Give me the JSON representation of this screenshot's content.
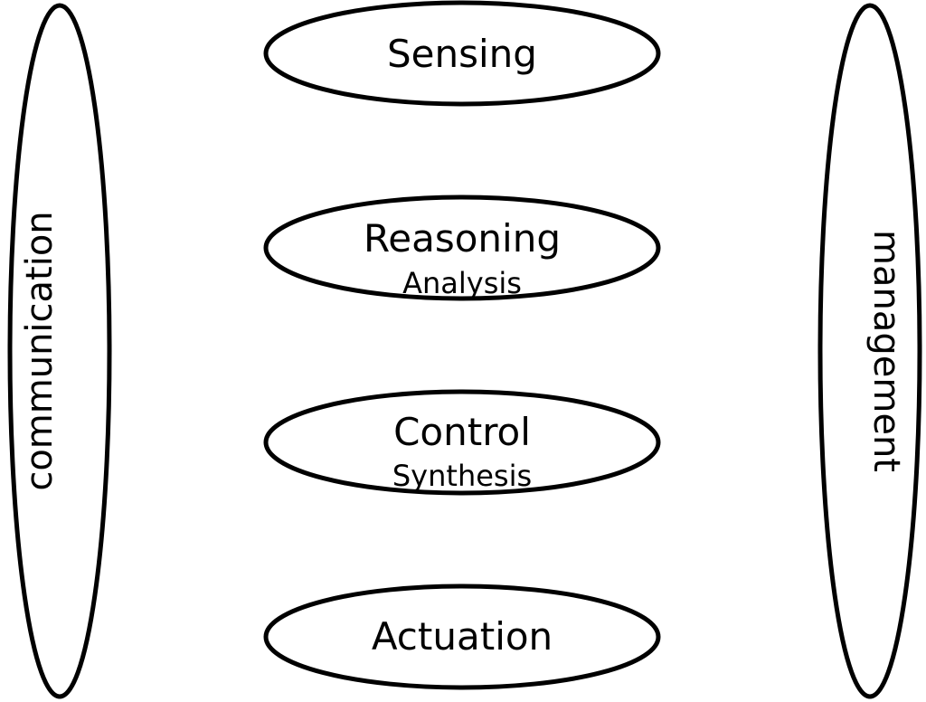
{
  "stack": [
    {
      "title": "Sensing",
      "subtitle": ""
    },
    {
      "title": "Reasoning",
      "subtitle": "Analysis"
    },
    {
      "title": "Control",
      "subtitle": "Synthesis"
    },
    {
      "title": "Actuation",
      "subtitle": ""
    }
  ],
  "left_pillar": {
    "label": "communication"
  },
  "right_pillar": {
    "label": "management"
  },
  "colors": {
    "stroke": "#000000",
    "fill": "#ffffff"
  }
}
